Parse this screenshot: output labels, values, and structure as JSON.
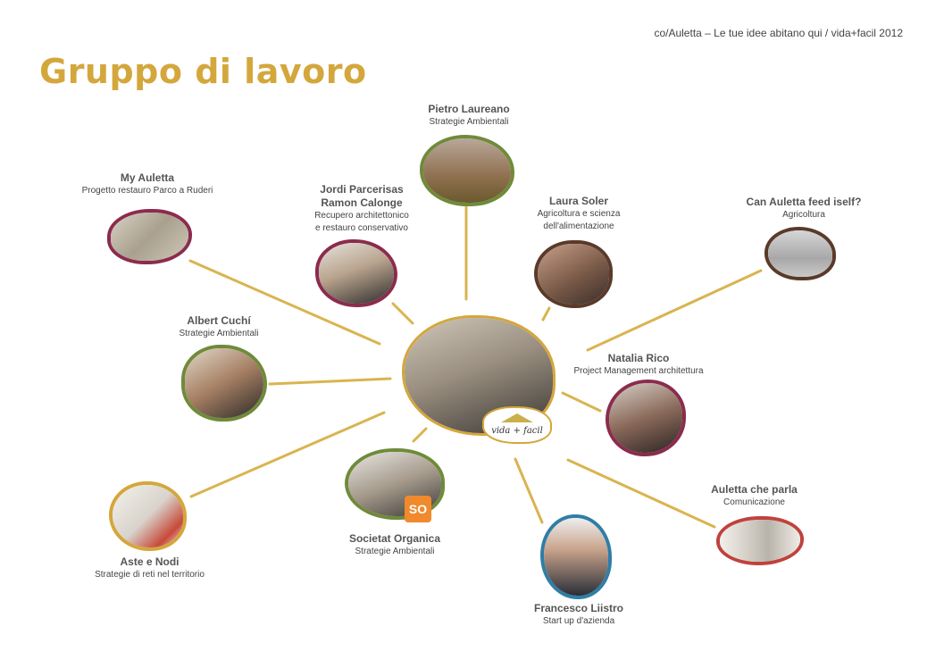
{
  "header": {
    "text": "co/Auletta – Le tue idee abitano qui / vida+facil 2012"
  },
  "title": "Gruppo di lavoro",
  "colors": {
    "accent": "#d4a73c",
    "green": "#6f8b3a",
    "maroon": "#8b2c4d",
    "brown": "#5a3a2a",
    "blue": "#2f7ea6",
    "red": "#c0423d"
  },
  "center": {
    "logo_text": "vida + facil"
  },
  "members": [
    {
      "id": "pietro",
      "name": "Pietro Laureano",
      "role": "Strategie Ambientali"
    },
    {
      "id": "my-auletta",
      "name": "My Auletta",
      "role": "Progetto restauro Parco a Ruderi"
    },
    {
      "id": "jordi",
      "name": "Jordi Parcerisas",
      "name2": "Ramon Calonge",
      "role": "Recupero architettonico",
      "role2": "e restauro conservativo"
    },
    {
      "id": "laura",
      "name": "Laura Soler",
      "role": "Agricoltura e scienza",
      "role2": "dell'alimentazione"
    },
    {
      "id": "can-auletta",
      "name": "Can Auletta feed iself?",
      "role": "Agricoltura"
    },
    {
      "id": "albert",
      "name": "Albert Cuchí",
      "role": "Strategie Ambientali"
    },
    {
      "id": "natalia",
      "name": "Natalia Rico",
      "role": "Project Management architettura"
    },
    {
      "id": "aste",
      "name": "Aste e Nodi",
      "role": "Strategie di reti nel territorio"
    },
    {
      "id": "societat",
      "name": "Societat Organica",
      "role": "Strategie Ambientali",
      "badge": "SO"
    },
    {
      "id": "auletta-parla",
      "name": "Auletta che parla",
      "role": "Comunicazione"
    },
    {
      "id": "francesco",
      "name": "Francesco Liistro",
      "role": "Start up d'azienda"
    }
  ]
}
